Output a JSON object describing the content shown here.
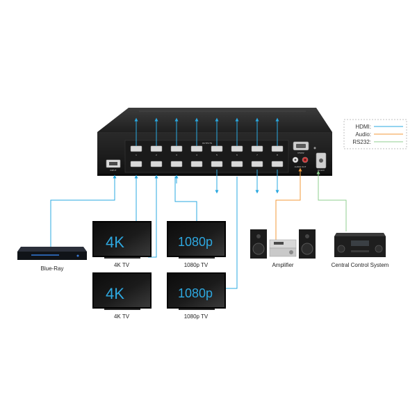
{
  "legend": {
    "hdmi": "HDMI:",
    "audio": "Audio:",
    "rs232": "RS232:",
    "colors": {
      "hdmi": "#29a8e0",
      "audio": "#f39a3a",
      "rs232": "#8fcf8f"
    }
  },
  "device": {
    "input_label": "INPUT",
    "outputs_label": "OUTPUTS",
    "port_numbers": [
      "1",
      "2",
      "3",
      "4",
      "5",
      "6",
      "7",
      "8"
    ],
    "rs232_label": "RS232",
    "audio_out_label": "AUDIO OUT",
    "power_label": "DC12V"
  },
  "sources": {
    "bluray": "Blue-Ray"
  },
  "displays": {
    "tv1_screen": "4K",
    "tv1_label": "4K TV",
    "tv2_screen": "1080p",
    "tv2_label": "1080p TV",
    "tv3_screen": "4K",
    "tv3_label": "4K TV",
    "tv4_screen": "1080p",
    "tv4_label": "1080p TV"
  },
  "equipment": {
    "amplifier": "Amplifier",
    "control": "Central Control System"
  }
}
